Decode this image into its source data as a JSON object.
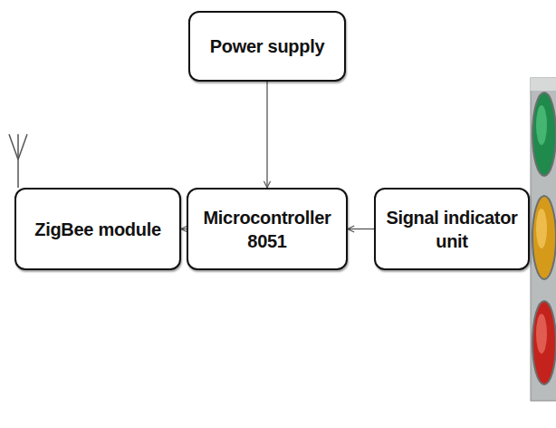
{
  "diagram": {
    "nodes": [
      {
        "text": [
          "Power supply"
        ]
      },
      {
        "text": [
          "ZigBee module"
        ]
      },
      {
        "text": [
          "Microcontroller 8051"
        ]
      },
      {
        "text": [
          "Signal indicator unit"
        ]
      }
    ],
    "edges": [
      {
        "from": 0,
        "to": 2,
        "arrow": "to"
      },
      {
        "from": 2,
        "to": 1,
        "arrow": "to"
      },
      {
        "from": 3,
        "to": 2,
        "arrow": "to"
      }
    ]
  }
}
